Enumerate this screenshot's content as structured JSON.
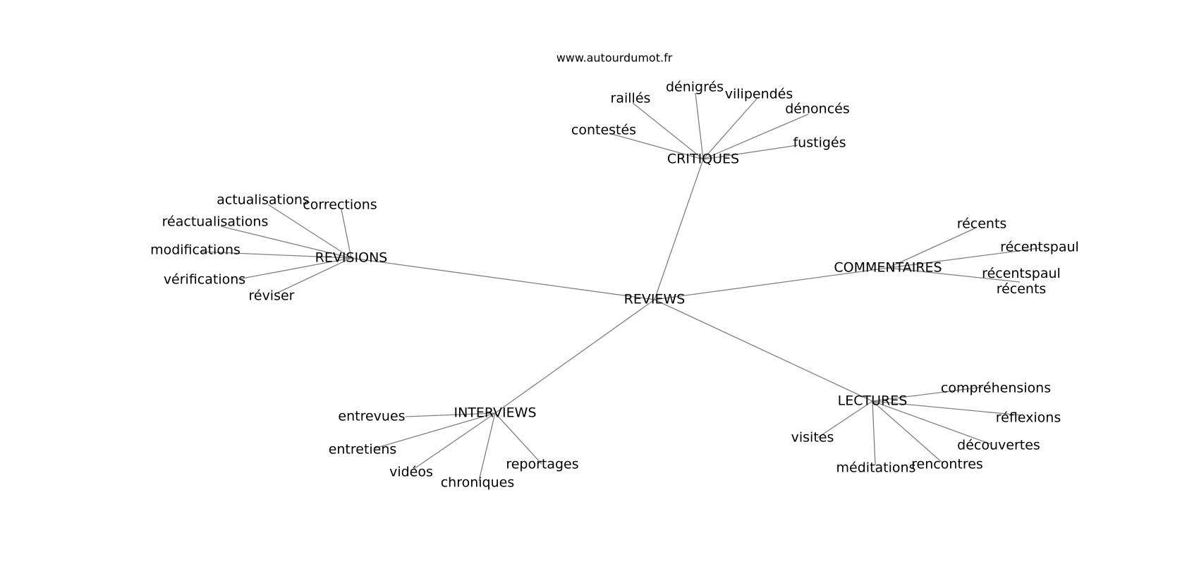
{
  "source_url": "www.autourdumot.fr",
  "colors": {
    "edge": "#808080",
    "text": "#000000",
    "background": "#ffffff"
  },
  "graph": {
    "root": "REVIEWS",
    "clusters": [
      {
        "hub": "CRITIQUES",
        "leaves": [
          "raillés",
          "dénigrés",
          "vilipendés",
          "dénoncés",
          "contestés",
          "fustigés"
        ]
      },
      {
        "hub": "REVISIONS",
        "leaves": [
          "actualisations",
          "corrections",
          "réactualisations",
          "modifications",
          "vérifications",
          "réviser"
        ]
      },
      {
        "hub": "COMMENTAIRES",
        "leaves": [
          "récents",
          "récentspaul",
          "récentspaul\nrécents"
        ]
      },
      {
        "hub": "INTERVIEWS",
        "leaves": [
          "entrevues",
          "entretiens",
          "vidéos",
          "chroniques",
          "reportages"
        ]
      },
      {
        "hub": "LECTURES",
        "leaves": [
          "compréhensions",
          "réflexions",
          "découvertes",
          "visites",
          "méditations",
          "rencontres"
        ]
      }
    ]
  }
}
